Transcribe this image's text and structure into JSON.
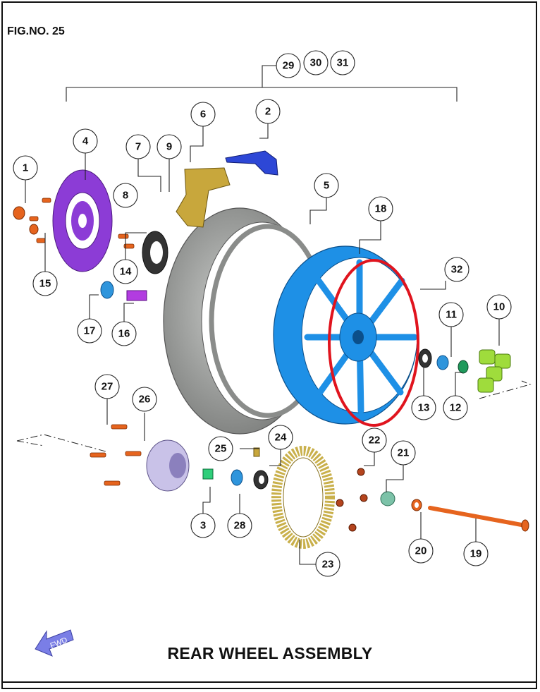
{
  "figure_label": "FIG.NO. 25",
  "title": "REAR WHEEL ASSEMBLY",
  "direction_marker": "FWD",
  "colors": {
    "tire": "#9a9c9a",
    "rim": "#1e90e6",
    "disc": "#8c3cd6",
    "caliper": "#c8a73c",
    "bracket": "#2d47d6",
    "sprocket": "#c9b04b",
    "hub_carrier": "#c9c2e8",
    "damper": "#9fdc3c",
    "axle": "#e6641e",
    "highlight": "#e0141e"
  },
  "callouts": [
    "1",
    "2",
    "3",
    "4",
    "5",
    "6",
    "7",
    "8",
    "9",
    "10",
    "11",
    "12",
    "13",
    "14",
    "15",
    "16",
    "17",
    "18",
    "19",
    "20",
    "21",
    "22",
    "23",
    "24",
    "25",
    "26",
    "27",
    "28",
    "29",
    "30",
    "31",
    "32"
  ]
}
